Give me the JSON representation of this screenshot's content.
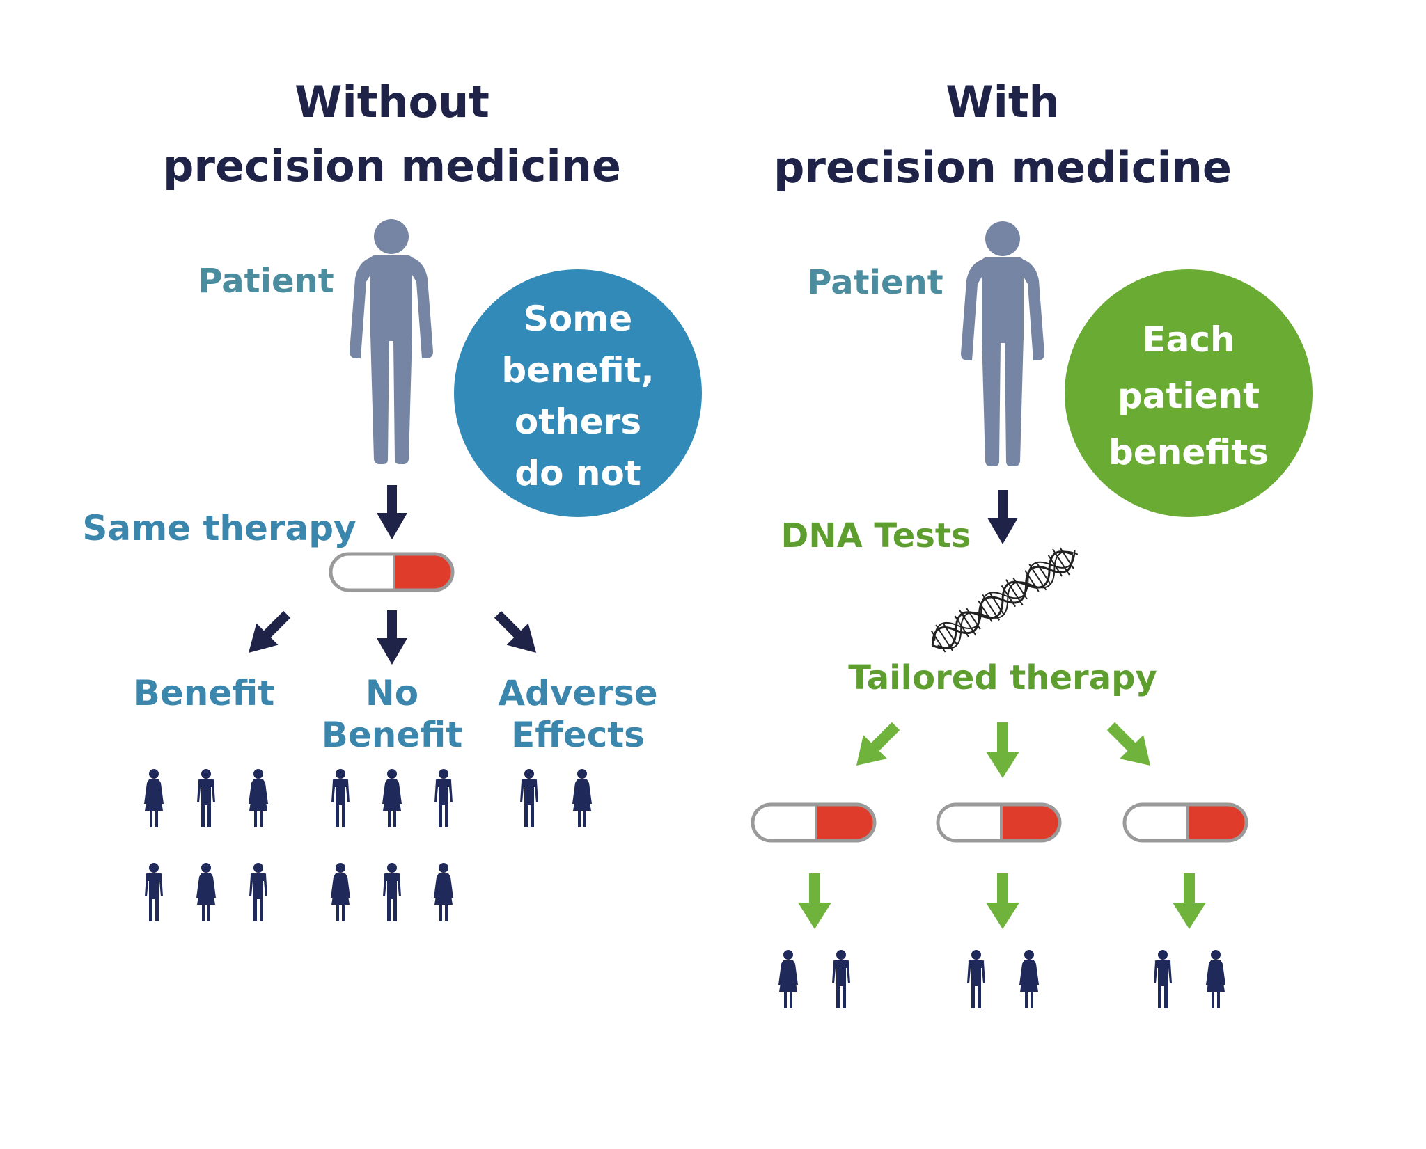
{
  "left_panel": {
    "title_line1": "Without",
    "title_line2": "precision medicine",
    "patient_label": "Patient",
    "bubble_lines": [
      "Some",
      "benefit,",
      "others",
      "do not"
    ],
    "therapy_label": "Same therapy",
    "outcomes": [
      {
        "lines": [
          "Benefit"
        ]
      },
      {
        "lines": [
          "No",
          "Benefit"
        ]
      },
      {
        "lines": [
          "Adverse",
          "Effects"
        ]
      }
    ]
  },
  "right_panel": {
    "title_line1": "With",
    "title_line2": "precision medicine",
    "patient_label": "Patient",
    "bubble_lines": [
      "Each",
      "patient",
      "benefits"
    ],
    "test_label": "DNA Tests",
    "therapy_label": "Tailored therapy"
  },
  "colors": {
    "title": "#1f2348",
    "patient_figure": "#7585a3",
    "blue_label": "#3a86ad",
    "teal_label": "#4b8c9e",
    "green_label": "#5e9e2e",
    "blue_bubble": "#328ab8",
    "green_bubble": "#6aab34",
    "navy_arrow": "#1f2348",
    "green_arrow": "#6fb33c",
    "pill_red": "#e03c2b",
    "pill_outline": "#9a9a9a",
    "people": "#1f2a5a"
  },
  "icons": {
    "patient": "person-icon",
    "pill": "capsule-icon",
    "dna": "dna-helix-icon",
    "people": "person-icon"
  }
}
